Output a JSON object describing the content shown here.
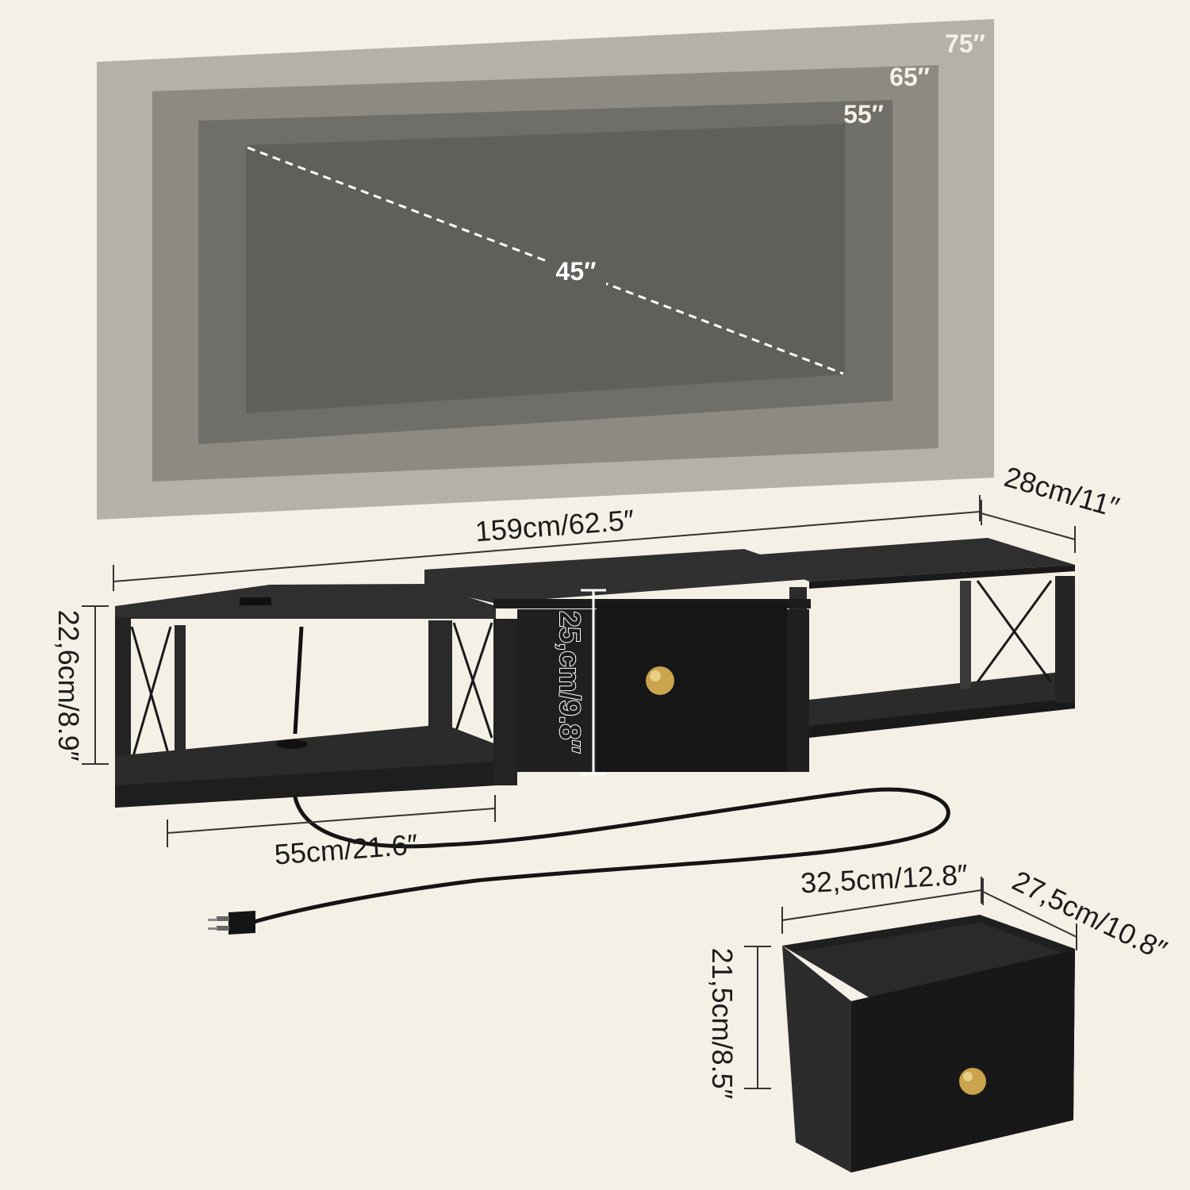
{
  "colors": {
    "background": "#f4f0e6",
    "tv_75": "#b4b1a7",
    "tv_65": "#8d8a82",
    "tv_55": "#6f6e68",
    "tv_45": "#5f605b",
    "furniture": "#262626",
    "knob": "#c9a44c"
  },
  "tv_sizes": {
    "s75": "75″",
    "s65": "65″",
    "s55": "55″",
    "s45": "45″"
  },
  "dimensions": {
    "total_width": "159cm/62.5″",
    "depth": "28cm/11″",
    "height": "22,6cm/8.9″",
    "drawer_height": "25,cm/9.8″",
    "shelf_width": "55cm/21.6″",
    "box_width": "32,5cm/12.8″",
    "box_depth": "27,5cm/10.8″",
    "box_height": "21,5cm/8.5″"
  },
  "icons": [
    "power-cord-icon",
    "gold-knob-icon"
  ]
}
